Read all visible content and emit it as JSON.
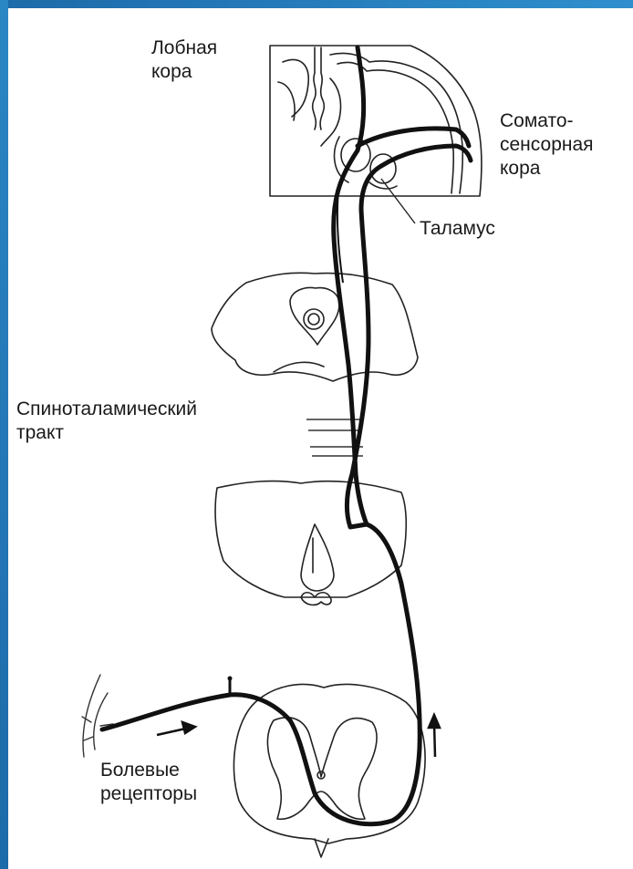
{
  "labels": {
    "frontal_cortex": [
      "Лобная",
      "кора"
    ],
    "somatosensory_cortex": [
      "Сомато-",
      "сенсорная",
      "кора"
    ],
    "thalamus": "Таламус",
    "spinothalamic_tract": [
      "Спиноталамический",
      "тракт"
    ],
    "pain_receptors": [
      "Болевые",
      "рецепторы"
    ]
  },
  "colors": {
    "frame": "#2b86c4",
    "line": "#111111",
    "background": "#ffffff"
  }
}
